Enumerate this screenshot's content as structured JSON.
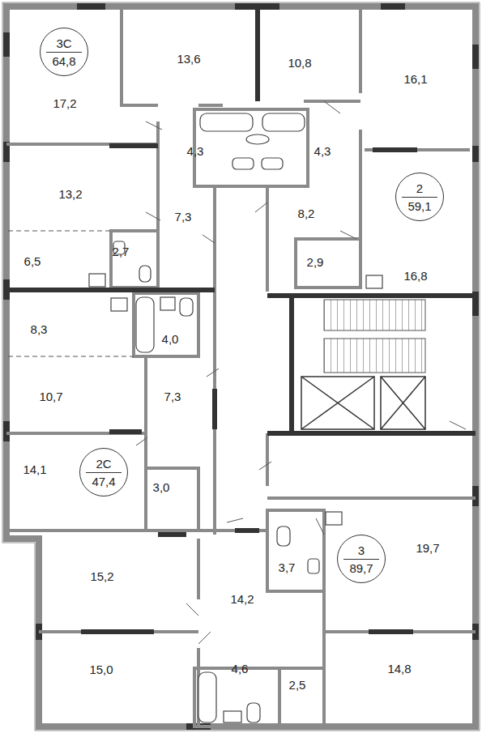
{
  "diagram": {
    "nodes": [
      {
        "text": [
          "3С",
          "64,8"
        ]
      },
      {
        "text": [
          "2",
          "59,1"
        ]
      },
      {
        "text": [
          "2С",
          "47,4"
        ]
      },
      {
        "text": [
          "3",
          "89,7"
        ]
      }
    ],
    "labels": [
      "17,2",
      "13,6",
      "10,8",
      "16,1",
      "4,3",
      "4,3",
      "13,2",
      "7,3",
      "8,2",
      "16,8",
      "6,5",
      "2,7",
      "2,9",
      "8,3",
      "4,0",
      "10,7",
      "7,3",
      "14,1",
      "3,0",
      "15,2",
      "14,2",
      "3,7",
      "19,7",
      "15,0",
      "4,6",
      "2,5",
      "14,8"
    ]
  }
}
